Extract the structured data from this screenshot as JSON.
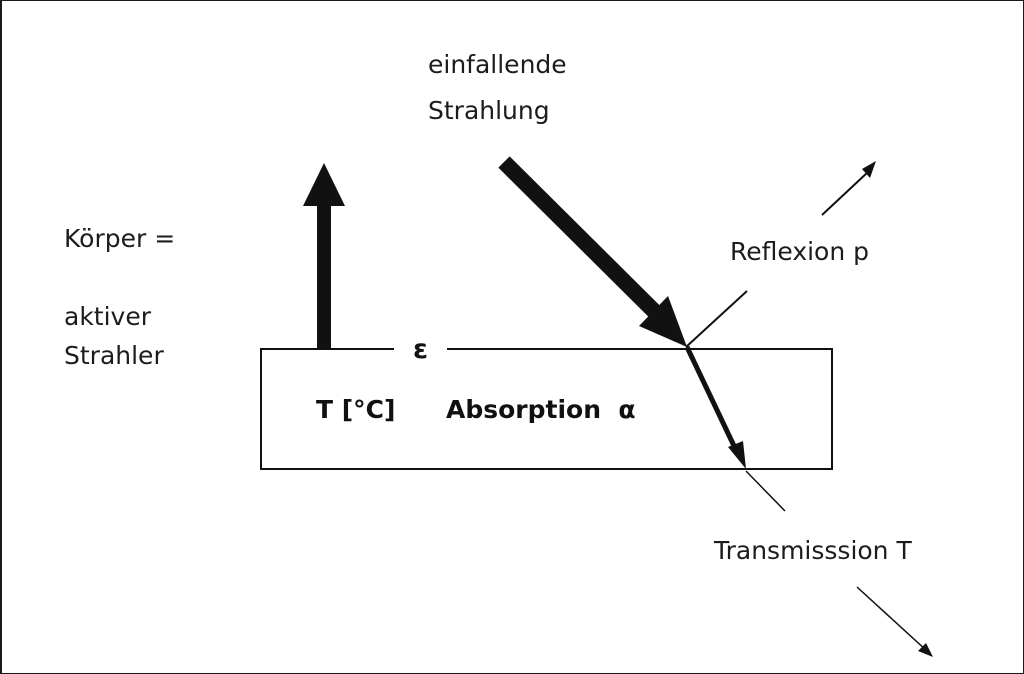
{
  "labels": {
    "incoming_line1": "einfallende",
    "incoming_line2": "Strahlung",
    "body_line1": "Körper =",
    "body_line2": "aktiver",
    "body_line3": "Strahler",
    "reflection": "Reflexion p",
    "transmission": "Transmisssion T",
    "emissivity_symbol": "ε",
    "temperature": "T [°C]",
    "absorption": "Absorption  α"
  },
  "colors": {
    "ink": "#111111",
    "background": "#ffffff"
  }
}
